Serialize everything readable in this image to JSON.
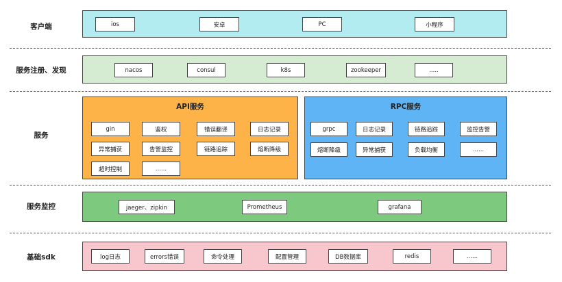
{
  "layers": {
    "client": {
      "label": "客户端",
      "color": "#b3ecf0",
      "items": [
        "ios",
        "安卓",
        "PC",
        "小程序"
      ]
    },
    "registry": {
      "label": "服务注册、发现",
      "color": "#d6ecd2",
      "items": [
        "nacos",
        "consul",
        "k8s",
        "zookeeper",
        "....."
      ]
    },
    "service": {
      "label": "服务",
      "api": {
        "title": "API服务",
        "color": "#fdb347",
        "items": [
          "gin",
          "鉴权",
          "错误翻译",
          "日志记录",
          "异常捕获",
          "告警监控",
          "链路追踪",
          "熔断降级",
          "超时控制",
          "......"
        ]
      },
      "rpc": {
        "title": "RPC服务",
        "color": "#5eb4f5",
        "items": [
          "grpc",
          "日志记录",
          "链路追踪",
          "监控告警",
          "熔断降级",
          "异常捕获",
          "负载均衡",
          "......"
        ]
      }
    },
    "monitor": {
      "label": "服务监控",
      "color": "#7dca7e",
      "items": [
        "jaeger、zipkin",
        "Prometheus",
        "grafana"
      ]
    },
    "sdk": {
      "label": "基础sdk",
      "color": "#f8c6cd",
      "items": [
        "log日志",
        "errors错误",
        "命令处理",
        "配置管理",
        "DB数据库",
        "redis",
        "......"
      ]
    }
  }
}
